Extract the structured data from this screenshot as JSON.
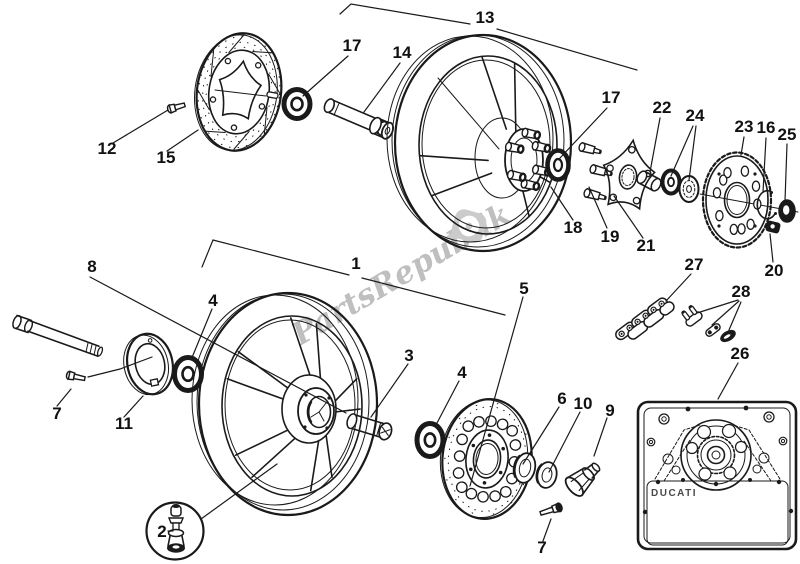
{
  "watermark": {
    "text": "PartsRepublik",
    "color": "#b5b5b5",
    "icon": "gear-pin-icon"
  },
  "inset": {
    "brand": "DUCATI"
  },
  "callouts": [
    {
      "n": "1",
      "part": "front-wheel"
    },
    {
      "n": "2",
      "part": "tyre-valve"
    },
    {
      "n": "3",
      "part": "wheel-spacer"
    },
    {
      "n": "4",
      "part": "front-bearing-left"
    },
    {
      "n": "4",
      "part": "front-bearing-right"
    },
    {
      "n": "5",
      "part": "rear-brake-disc"
    },
    {
      "n": "6",
      "part": "spacer-bush"
    },
    {
      "n": "7",
      "part": "bolt-left"
    },
    {
      "n": "7",
      "part": "bolt-right"
    },
    {
      "n": "8",
      "part": "front-axle"
    },
    {
      "n": "9",
      "part": "axle-nut"
    },
    {
      "n": "10",
      "part": "washer"
    },
    {
      "n": "11",
      "part": "drive-ring"
    },
    {
      "n": "12",
      "part": "disc-bolt"
    },
    {
      "n": "13",
      "part": "rear-wheel"
    },
    {
      "n": "14",
      "part": "axle-spacer-tube"
    },
    {
      "n": "15",
      "part": "front-brake-disc"
    },
    {
      "n": "16",
      "part": "circlip"
    },
    {
      "n": "17",
      "part": "bearing-front-hub"
    },
    {
      "n": "17",
      "part": "bearing-rear-hub"
    },
    {
      "n": "18",
      "part": "hub-stud"
    },
    {
      "n": "19",
      "part": "hub-stud-loose"
    },
    {
      "n": "20",
      "part": "sprocket-nut"
    },
    {
      "n": "21",
      "part": "sprocket-carrier-flange"
    },
    {
      "n": "22",
      "part": "spacer-sleeve"
    },
    {
      "n": "23",
      "part": "rear-sprocket"
    },
    {
      "n": "24",
      "part": "carrier-bearing"
    },
    {
      "n": "25",
      "part": "washer-right"
    },
    {
      "n": "26",
      "part": "sprocket-cover-inset"
    },
    {
      "n": "27",
      "part": "drive-chain"
    },
    {
      "n": "28",
      "part": "chain-master-link"
    }
  ]
}
